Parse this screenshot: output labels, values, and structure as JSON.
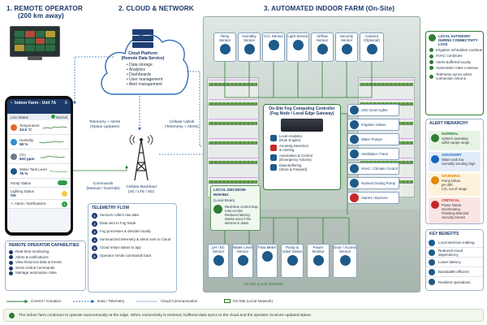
{
  "sections": {
    "remote_title": "1. REMOTE OPERATOR",
    "remote_sub": "(200 km away)",
    "cloud_title": "2. CLOUD & NETWORK",
    "farm_title": "3. AUTOMATED INDOOR FARM (On-Site)"
  },
  "phone": {
    "title": "Indoor Farm - Unit 7A",
    "live_status": "Live Status",
    "normal": "Normal",
    "metrics": [
      {
        "label": "Temperature",
        "value": "24.6 °C"
      },
      {
        "label": "Humidity",
        "value": "58 %"
      },
      {
        "label": "CO₂",
        "value": "820 ppm"
      },
      {
        "label": "Water Tank Level",
        "value": "76 %"
      }
    ],
    "pump_status": "Pump Status",
    "lighting_status": "Lighting Status",
    "lighting_value": "ON",
    "alerts": "Alerts / Notifications",
    "alerts_count": "1"
  },
  "remote_capabilities": {
    "title": "REMOTE OPERATOR CAPABILITIES",
    "items": [
      "Real-time monitoring",
      "Alerts & notifications",
      "View historical data & trends",
      "Send control commands",
      "Manage automation rules"
    ]
  },
  "cloud": {
    "title": "Cloud Platform",
    "subtitle": "(Remote Data Service)",
    "items": [
      "Data storage",
      "Analytics",
      "Dashboards",
      "User management",
      "Alert management"
    ]
  },
  "links": {
    "telemetry_alerts": [
      "Telemetry + Alerts",
      "(Status Updates)"
    ],
    "commands": [
      "Commands",
      "(Manual / Override)"
    ],
    "uplink": [
      "Cellular Uplink",
      "(Telemetry + Alerts)"
    ],
    "backhaul": [
      "Cellular Backhaul",
      "(4G / LTE / 5G)"
    ]
  },
  "telemetry_flow": {
    "title": "TELEMETRY FLOW",
    "steps": [
      "Sensors collect raw data",
      "Data sent to Fog Node",
      "Fog processes & decides locally",
      "Summarized telemetry & alerts sent to Cloud",
      "Cloud relays status to app",
      "Operator sends commands back"
    ]
  },
  "sensors_top": [
    "Temp Sensor",
    "Humidity Sensor",
    "CO₂ Sensor",
    "Light Sensor",
    "Airflow Sensor",
    "Security Sensor",
    "Camera (Optional)"
  ],
  "gateway": {
    "title": "On-Site Fog Computing Controller",
    "subtitle": "(Fog Node / Local Edge Gateway)",
    "functions": [
      {
        "name": "Local Analytics",
        "desc": "(Rule Engine)"
      },
      {
        "name": "Anomaly Detection",
        "desc": "& Alerting"
      },
      {
        "name": "Automation & Control",
        "desc": "(Emergency Actions)"
      },
      {
        "name": "Data Buffering",
        "desc": "(Store & Forward)"
      }
    ]
  },
  "actuators": [
    "LED Grow Lights",
    "Irrigation Valves",
    "Water Pumps",
    "Ventilation / Fans",
    "HVAC / Climate Control",
    "Nutrient Dosing Pump",
    "Alarms / Buzzers"
  ],
  "local_decision": {
    "title": "LOCAL DECISION-MAKING",
    "subtitle": "(Local Brain)",
    "lines": [
      "Real-time control loop",
      "runs on-site.",
      "Reduced latency.",
      "Works even if the",
      "internet is down."
    ]
  },
  "sensors_bottom": [
    "pH / EC Sensor",
    "Water Level Sensor",
    "Flow Meter",
    "Pump & Valve Status",
    "Power Monitor",
    "Door / Access Sensor"
  ],
  "onsite_network": "On-Site (Local Network)",
  "autonomy": {
    "title": "LOCAL AUTONOMY DURING CONNECTIVITY LOSS",
    "items": [
      "Irrigation schedules continue",
      "HVAC continues",
      "Alerts buffered locally",
      "Automation rules continue",
      "Telemetry syncs when connection returns"
    ]
  },
  "alert_hierarchy": {
    "title": "ALERT HIERARCHY",
    "levels": [
      {
        "name": "NORMAL",
        "desc": [
          "System operating",
          "within target range"
        ],
        "color": "#2e7d32",
        "bg": "#e7f4e4"
      },
      {
        "name": "ADVISORY",
        "desc": [
          "Water tank low",
          "Humidity trending high"
        ],
        "color": "#1565c0",
        "bg": "#e3edf9"
      },
      {
        "name": "WARNING",
        "desc": [
          "Pump failure",
          "pH drift",
          "CO₂ out of range"
        ],
        "color": "#e08a00",
        "bg": "#fdf2dc"
      },
      {
        "name": "CRITICAL",
        "desc": [
          "Power failure",
          "Overheating",
          "Flooding detected",
          "Security breach"
        ],
        "color": "#c62828",
        "bg": "#fbe5e3"
      }
    ]
  },
  "key_benefits": {
    "title": "KEY BENEFITS",
    "items": [
      "Local decision-making",
      "Reduced cloud dependency",
      "Lower latency",
      "Bandwidth efficient",
      "Resilient operations"
    ]
  },
  "legend": {
    "control": "Control / Actuation",
    "data": "Data / Telemetry",
    "cloud": "Cloud Communication",
    "onsite": "On-Site (Local Network)"
  },
  "footer": "The indoor farm continues to operate autonomously at the edge. When connectivity is restored, buffered data syncs to the cloud and the operator receives updated status.",
  "colors": {
    "navy": "#1b3a6b",
    "green": "#2e7d32",
    "blue": "#1e5a8a"
  }
}
